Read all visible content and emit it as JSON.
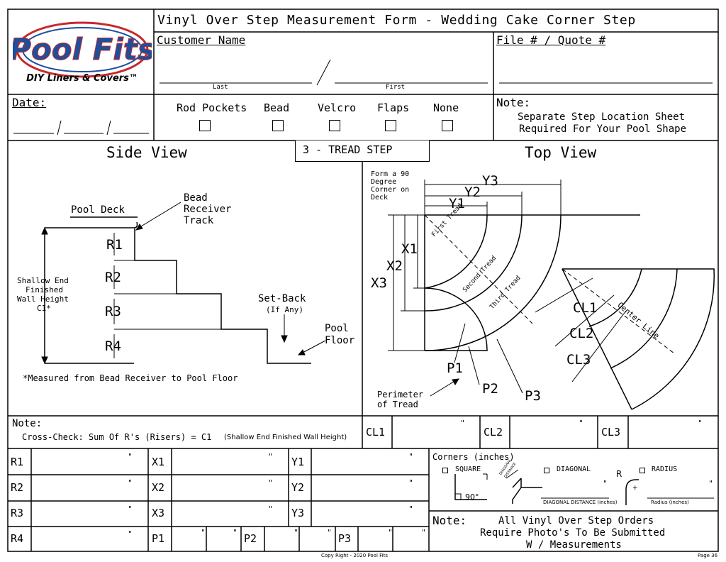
{
  "header": {
    "title": "Vinyl Over Step Measurement Form - Wedding Cake Corner Step",
    "customer_name_label": "Customer Name",
    "last_label": "Last",
    "first_label": "First",
    "file_label": "File # / Quote #"
  },
  "logo": {
    "brand": "Pool Fits",
    "tagline": "DIY Liners & Covers™"
  },
  "date": {
    "label": "Date:"
  },
  "options": [
    {
      "label": "Rod Pockets"
    },
    {
      "label": "Bead"
    },
    {
      "label": "Velcro"
    },
    {
      "label": "Flaps"
    },
    {
      "label": "None"
    }
  ],
  "note_top": {
    "label": "Note:",
    "line1": "Separate Step Location Sheet",
    "line2": "Required For Your Pool Shape"
  },
  "side_view": {
    "title": "Side View",
    "pool_deck": "Pool Deck",
    "bead1": "Bead",
    "bead2": "Receiver",
    "bead3": "Track",
    "wall1": "Shallow End",
    "wall2": "Finished",
    "wall3": "Wall Height",
    "wall4": "C1*",
    "setback1": "Set-Back",
    "setback2": "(If Any)",
    "floor1": "Pool",
    "floor2": "Floor",
    "risers": [
      "R1",
      "R2",
      "R3",
      "R4"
    ],
    "footnote": "*Measured from Bead Receiver to Pool Floor"
  },
  "tread_box": "3 - TREAD STEP",
  "top_view": {
    "title": "Top View",
    "corner1": "Form a 90",
    "corner2": "Degree",
    "corner3": "Corner on",
    "corner4": "Deck",
    "y": [
      "Y1",
      "Y2",
      "Y3"
    ],
    "x": [
      "X1",
      "X2",
      "X3"
    ],
    "treads": [
      "First Tread",
      "Second Tread",
      "Third Tread"
    ],
    "p": [
      "P1",
      "P2",
      "P3"
    ],
    "perimeter1": "Perimeter",
    "perimeter2": "of Tread",
    "cl": [
      "CL1",
      "CL2",
      "CL3"
    ],
    "center_line": "Center Line"
  },
  "crosscheck": {
    "label": "Note:",
    "text": "Cross-Check: Sum Of R's (Risers) = C1",
    "paren": "(Shallow End Finished Wall Height)",
    "cells": [
      "CL1",
      "CL2",
      "CL3"
    ]
  },
  "inch_mark": "\"",
  "grid": {
    "r": [
      "R1",
      "R2",
      "R3",
      "R4"
    ],
    "x": [
      "X1",
      "X2",
      "X3"
    ],
    "y": [
      "Y1",
      "Y2",
      "Y3"
    ],
    "p": [
      "P1",
      "P2",
      "P3"
    ]
  },
  "corners": {
    "title": "Corners (inches)",
    "square": "SQUARE",
    "diagonal": "DIAGONAL",
    "radius": "RADIUS",
    "deg90": "90°",
    "diag_small1": "DIAGONAL",
    "diag_small2": "DISTANCE",
    "r_letter": "R",
    "plus": "+",
    "diag_distance": "DIAGONAL DISTANCE (inches)",
    "radius_inches": "Radius (inches)"
  },
  "note_bottom": {
    "label": "Note:",
    "line1": "All Vinyl Over Step Orders",
    "line2": "Require Photo's To Be Submitted",
    "line3": "W / Measurements"
  },
  "footer": {
    "copyright": "Copy Right - 2020 Pool Fits",
    "page": "Page 36"
  }
}
